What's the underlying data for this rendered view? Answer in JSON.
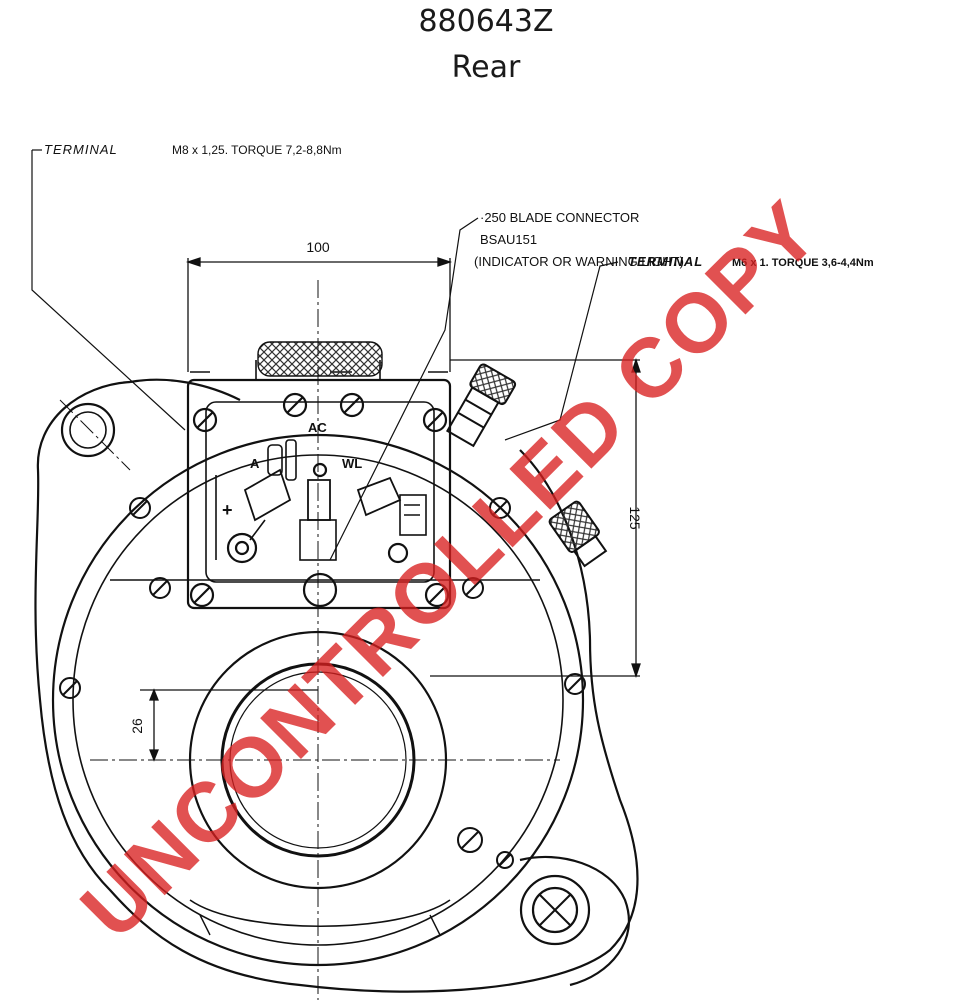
{
  "title": {
    "part_number": "880643Z",
    "view": "Rear"
  },
  "annotations": {
    "terminal_main": "TERMINAL",
    "terminal_main_spec": "M8 x 1,25. TORQUE 7,2-8,8Nm",
    "blade_line1": "·250 BLADE CONNECTOR",
    "blade_line2": "BSAU151",
    "blade_line3": "(INDICATOR OR WARNING LIGHT)",
    "terminal_aux": "TERMINAL",
    "terminal_aux_spec": "M6 x 1. TORQUE 3,6-4,4Nm"
  },
  "dimensions": {
    "width": "100",
    "height": "125",
    "offset": "26"
  },
  "terminal_labels": {
    "a": "A",
    "ac": "AC",
    "wl": "WL",
    "plus": "+"
  },
  "watermark": "UNCONTROLLED COPY",
  "colors": {
    "line": "#111111",
    "watermark": "#d92020",
    "hatch": "#333333"
  }
}
